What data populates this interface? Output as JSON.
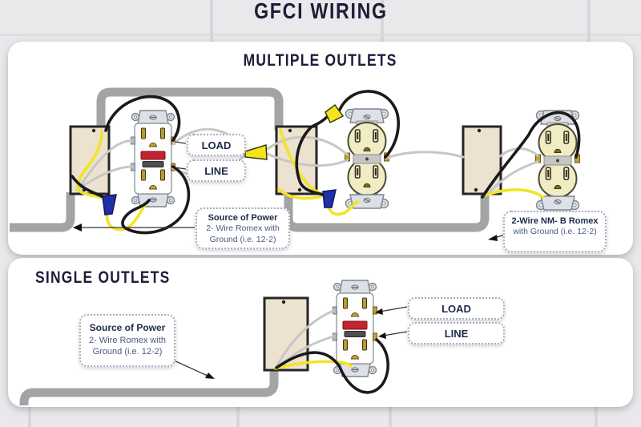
{
  "title": "GFCI WIRING",
  "sections": {
    "multiple": {
      "heading": "MULTIPLE OUTLETS",
      "load_label": "LOAD",
      "line_label": "LINE",
      "source_note": {
        "title": "Source of Power",
        "body": "2- Wire Romex with Ground (i.e. 12-2)"
      },
      "romex_note": {
        "title": "2-Wire NM- B Romex",
        "body": "with Ground (i.e. 12-2)"
      }
    },
    "single": {
      "heading": "SINGLE OUTLETS",
      "load_label": "LOAD",
      "line_label": "LINE",
      "source_note": {
        "title": "Source of Power",
        "body": "2- Wire Romex with Ground (i.e. 12-2)"
      }
    }
  },
  "colors": {
    "page-bg": "#e9e9eb",
    "panel-bg": "#ffffff",
    "heading-ink": "#1d1d38",
    "conduit-gray": "#a4a4a6",
    "box-tan": "#ece2cf",
    "box-edge": "#262626",
    "wire-black": "#1a1a1a",
    "wire-white": "#c7c7c7",
    "wire-yellow": "#f3e424",
    "gfci-white": "#fdfdfd",
    "outlet-ivory": "#f1ecc4",
    "reset-red": "#c22530",
    "test-dark": "#4f4f4f",
    "nut-blue": "#2030a8",
    "nut-yellow": "#f3e41e",
    "strap-metal": "#dde1e7",
    "note-title-ink": "#1e2a4a",
    "note-body-ink": "#4a5a85",
    "note-border": "#a8adbb"
  }
}
